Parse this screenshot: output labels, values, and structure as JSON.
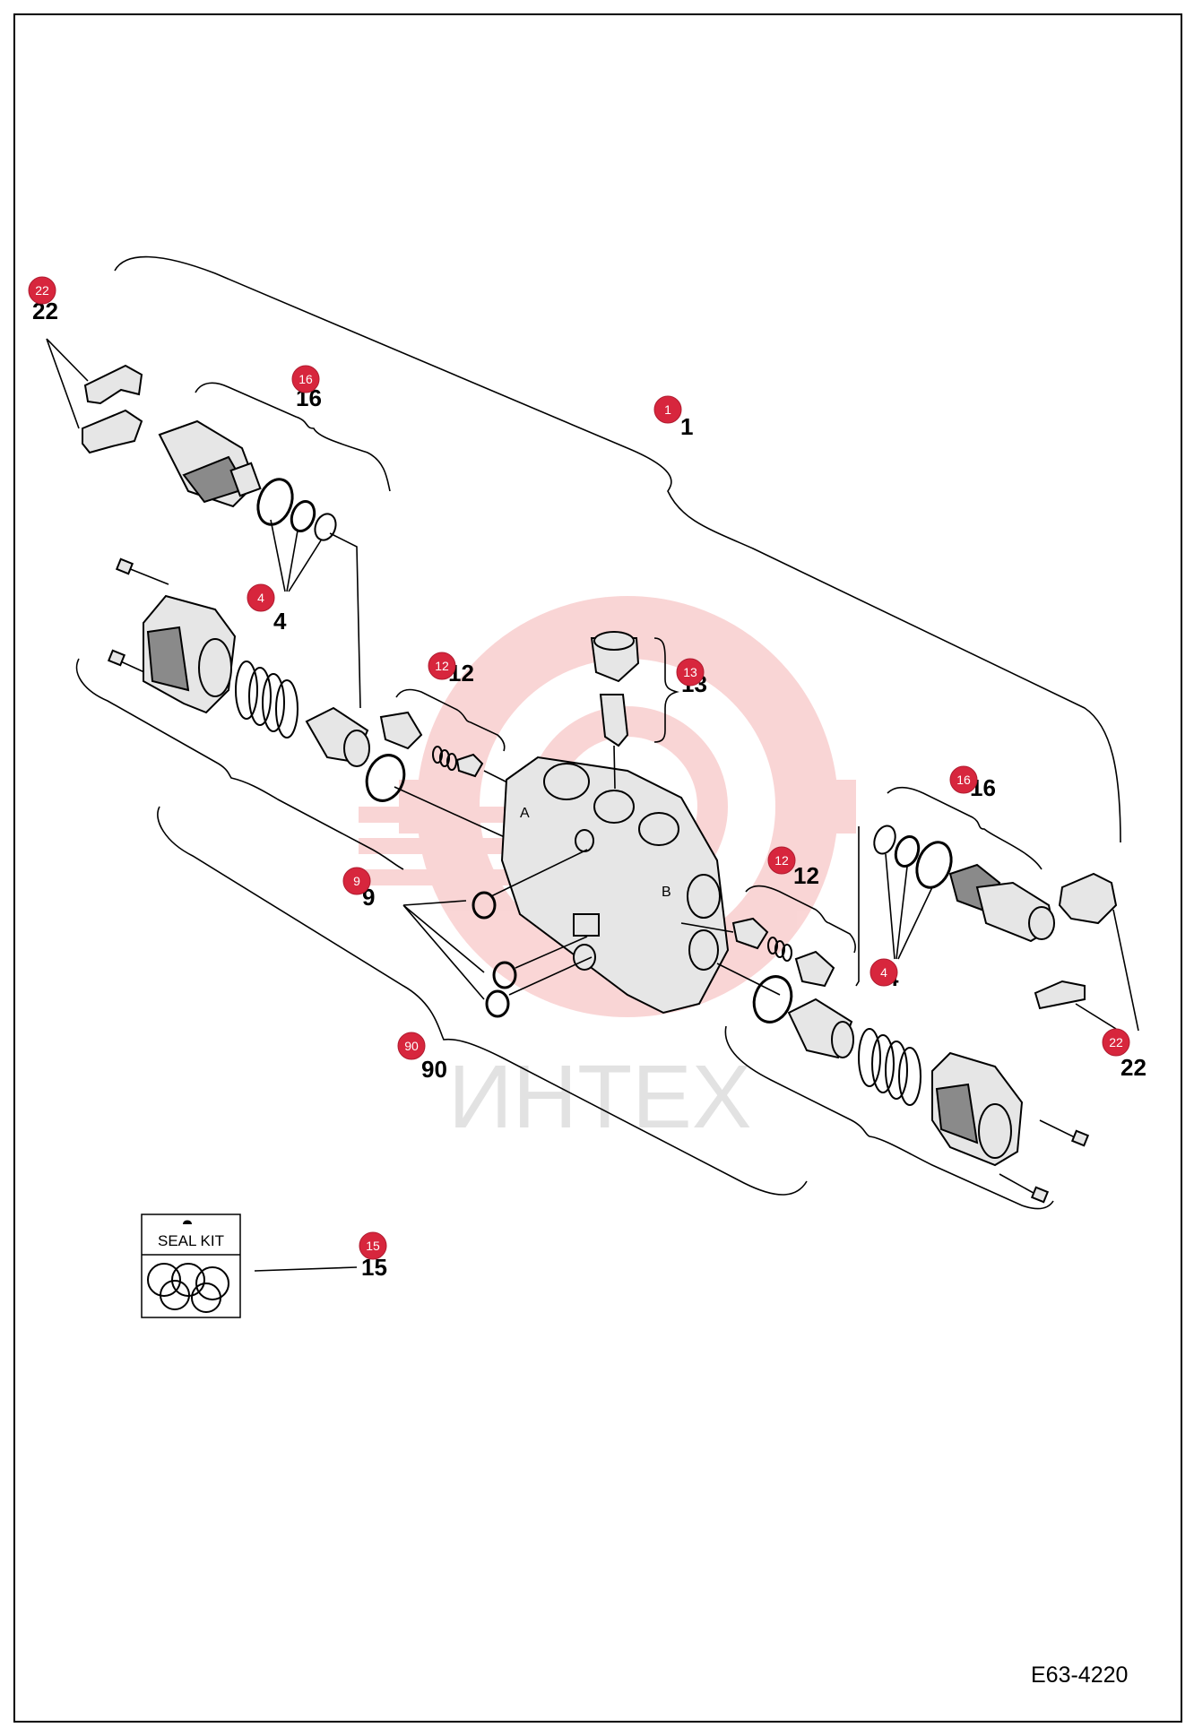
{
  "labels": {
    "p1": "1",
    "p4a": "4",
    "p4b": "4",
    "p9": "9",
    "p12a": "12",
    "p12b": "12",
    "p13": "13",
    "p15": "15",
    "p16a": "16",
    "p16b": "16",
    "p22a": "22",
    "p22b": "22",
    "p90": "90"
  },
  "hotspots": {
    "h1": "1",
    "h4a": "4",
    "h4b": "4",
    "h9": "9",
    "h12a": "12",
    "h12b": "12",
    "h13": "13",
    "h15": "15",
    "h16a": "16",
    "h16b": "16",
    "h22a": "22",
    "h22b": "22",
    "h90": "90"
  },
  "seal_kit": {
    "title": "SEAL KIT"
  },
  "watermark": {
    "text": "ИНТЕХ"
  },
  "drawing_code": "E63-4220",
  "colors": {
    "hotspot": "#d7263d",
    "watermark": "#f3b8b8",
    "watermark_text": "#e2e2e2"
  }
}
